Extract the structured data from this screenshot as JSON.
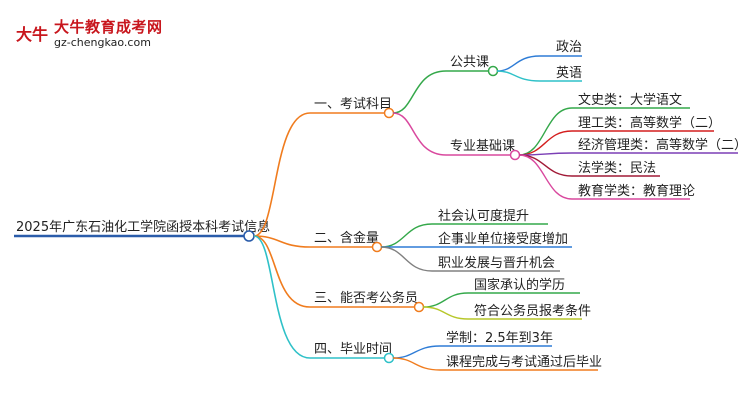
{
  "logo": {
    "title": "大牛教育成考网",
    "url": "gz-chengkao.com",
    "glyph": "大牛"
  },
  "colors": {
    "root_line": "#2a5caa",
    "orange": "#f07c1e",
    "green": "#34a84a",
    "pink": "#d9489e",
    "red": "#d41e1e",
    "purple": "#7b3fb5",
    "darkred": "#a11a37",
    "gray": "#808080",
    "blue": "#2e7cd6",
    "yellowgreen": "#b7c72a",
    "teal": "#2fc1c8",
    "cyan": "#20b6c4"
  },
  "mindmap": {
    "root": "2025年广东石油化工学院函授本科考试信息",
    "branches": [
      {
        "label": "一、考试科目",
        "children": [
          {
            "label": "公共课",
            "children": [
              {
                "label": "政治"
              },
              {
                "label": "英语"
              }
            ]
          },
          {
            "label": "专业基础课",
            "children": [
              {
                "label": "文史类：大学语文"
              },
              {
                "label": "理工类：高等数学（二）"
              },
              {
                "label": "经济管理类：高等数学（二）"
              },
              {
                "label": "法学类：民法"
              },
              {
                "label": "教育学类：教育理论"
              }
            ]
          }
        ]
      },
      {
        "label": "二、含金量",
        "children": [
          {
            "label": "社会认可度提升"
          },
          {
            "label": "企事业单位接受度增加"
          },
          {
            "label": "职业发展与晋升机会"
          }
        ]
      },
      {
        "label": "三、能否考公务员",
        "children": [
          {
            "label": "国家承认的学历"
          },
          {
            "label": "符合公务员报考条件"
          }
        ]
      },
      {
        "label": "四、毕业时间",
        "children": [
          {
            "label": "学制：2.5年到3年"
          },
          {
            "label": "课程完成与考试通过后毕业"
          }
        ]
      }
    ]
  }
}
